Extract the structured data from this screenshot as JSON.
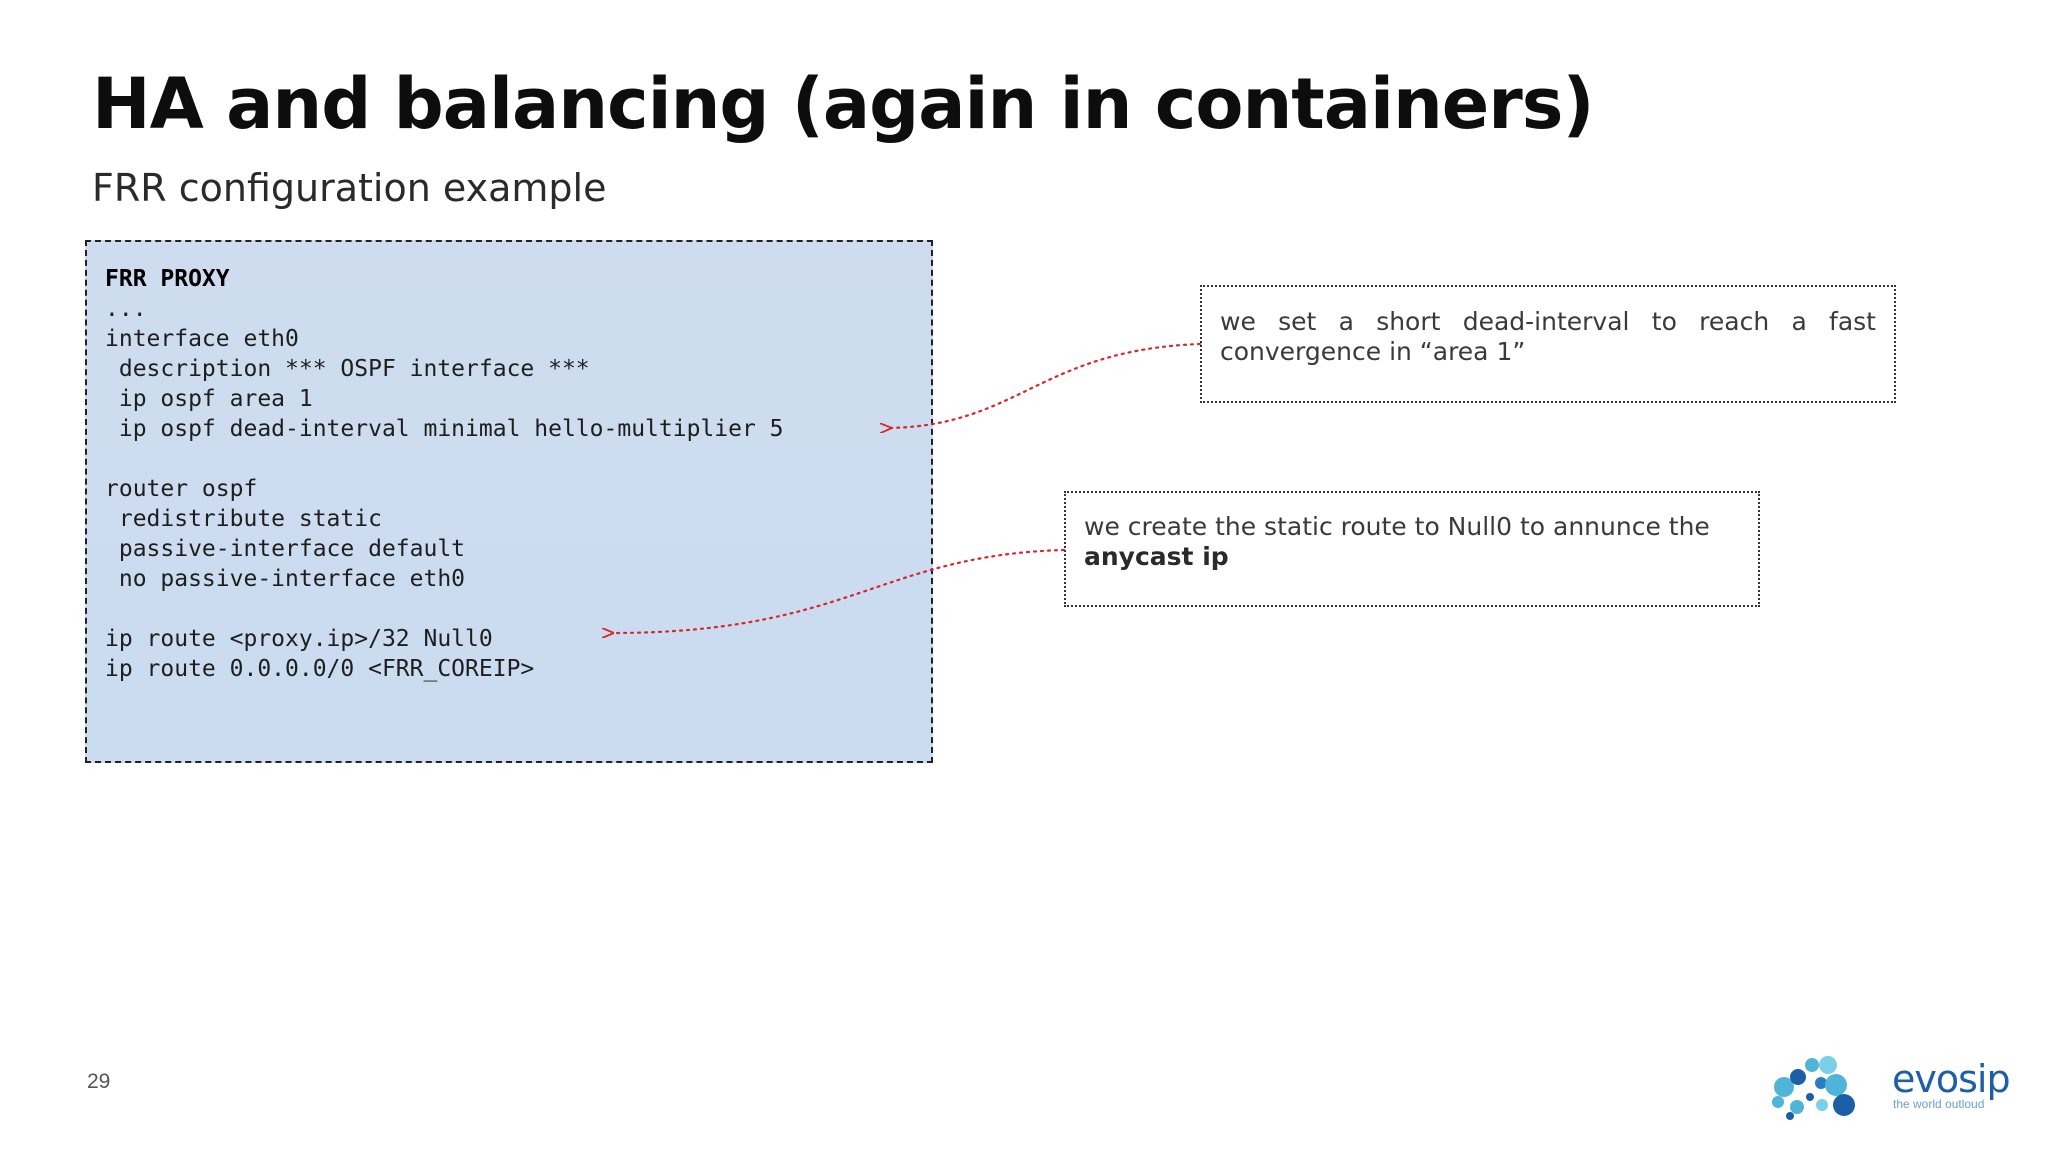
{
  "slide": {
    "title": "HA and balancing (again in containers)",
    "subtitle": "FRR configuration example",
    "page_number": "29"
  },
  "code": {
    "lines": [
      "FRR PROXY",
      "...",
      "interface eth0",
      " description *** OSPF interface ***",
      " ip ospf area 1",
      " ip ospf dead-interval minimal hello-multiplier 5",
      "",
      "router ospf",
      " redistribute static",
      " passive-interface default",
      " no passive-interface eth0",
      "",
      "ip route <proxy.ip>/32 Null0",
      "ip route 0.0.0.0/0 <FRR_COREIP>"
    ]
  },
  "notes": {
    "note1": "we set a short dead-interval to reach a fast convergence in “area 1”",
    "note2_text": "we create the static route to Null0 to annunce the ",
    "note2_bold": "anycast ip"
  },
  "logo": {
    "name": "evosip",
    "tagline": "the world outloud"
  },
  "colors": {
    "code_background": "#cddcef",
    "arrow": "#d9262b",
    "logo_blue": "#1c5fa8",
    "logo_light_blue": "#4fb4d8"
  }
}
